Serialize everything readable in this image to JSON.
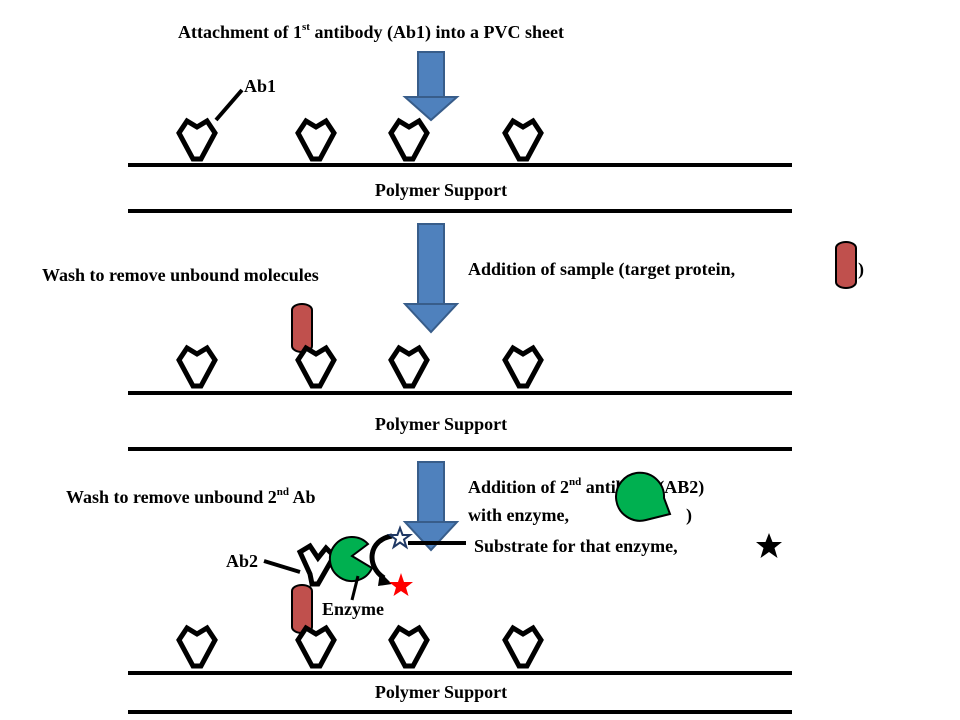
{
  "title": {
    "pre": "Attachment of 1",
    "sup": "st",
    "post": " antibody (Ab1) into a PVC sheet"
  },
  "labels": {
    "ab1": "Ab1",
    "ab2": "Ab2",
    "enzyme": "Enzyme",
    "support_1": "Polymer Support",
    "support_2": "Polymer Support",
    "support_3": "Polymer Support",
    "wash_1": "Wash to remove unbound molecules",
    "sample": "Addition of sample (target protein,",
    "sample_close": ")",
    "wash_2_pre": "Wash to remove unbound 2",
    "wash_2_sup": "nd",
    "wash_2_post": " Ab",
    "ab2_line1_pre": "Addition of 2",
    "ab2_line1_sup": "nd",
    "ab2_line1_post": " antibody (AB2)",
    "ab2_line2_pre": "with enzyme,",
    "ab2_line2_post": ")",
    "substrate": "Substrate for that enzyme,"
  },
  "colors": {
    "arrow_fill": "#4f81bd",
    "arrow_stroke": "#385d8a",
    "protein_fill": "#c0504d",
    "enzyme_fill": "#00b050",
    "substrate_star": "#000000",
    "product_star": "#ff0000",
    "substrate_small_star": "#1f3864"
  }
}
